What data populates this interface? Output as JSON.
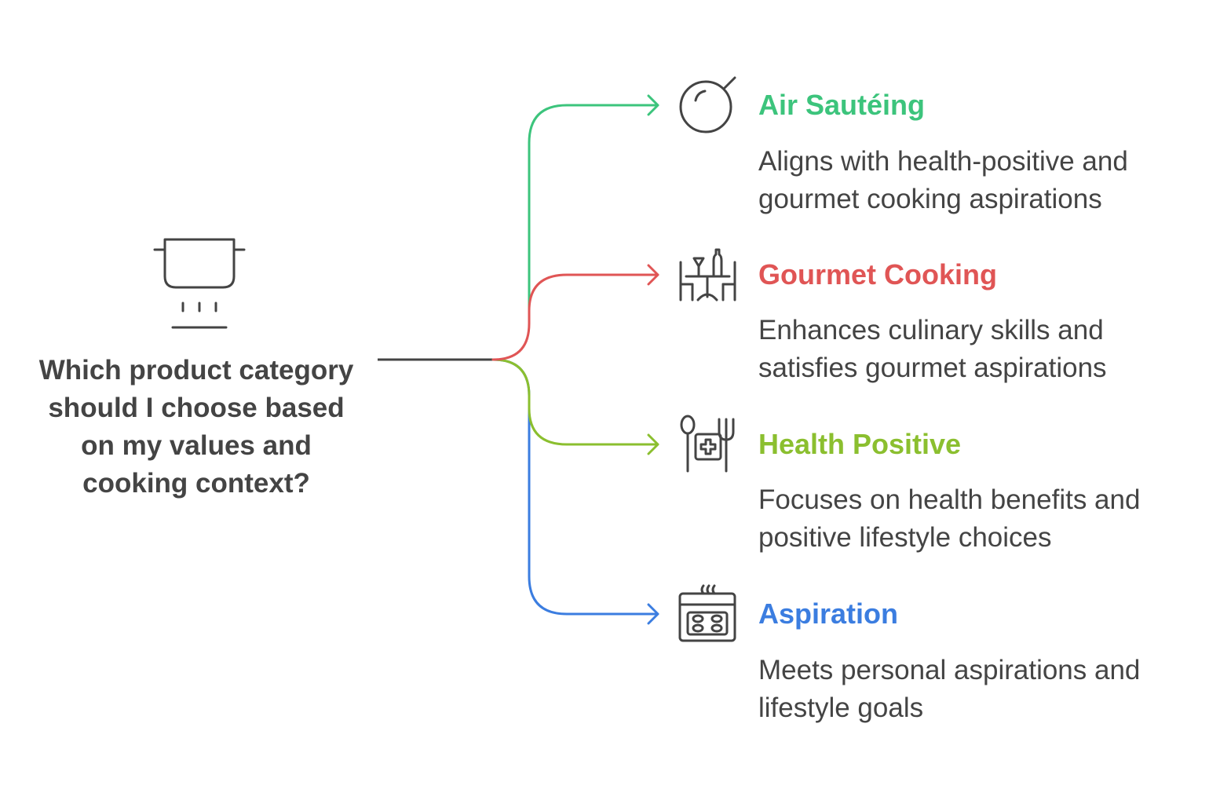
{
  "question": "Which product category should I choose based on my values and cooking context?",
  "options": [
    {
      "title": "Air Sautéing",
      "description": "Aligns with health-positive and gourmet cooking aspirations",
      "color": "#3cc47c",
      "icon": "frying-pan-icon"
    },
    {
      "title": "Gourmet Cooking",
      "description": "Enhances culinary skills and satisfies gourmet aspirations",
      "color": "#e05555",
      "icon": "dining-table-icon"
    },
    {
      "title": "Health Positive",
      "description": "Focuses on health benefits and positive lifestyle choices",
      "color": "#8bbf2f",
      "icon": "healthy-utensils-icon"
    },
    {
      "title": "Aspiration",
      "description": "Meets personal aspirations and lifestyle goals",
      "color": "#3b7de0",
      "icon": "oven-icon"
    }
  ],
  "central_icon": "cooking-pot-icon",
  "text_color": "#444444"
}
